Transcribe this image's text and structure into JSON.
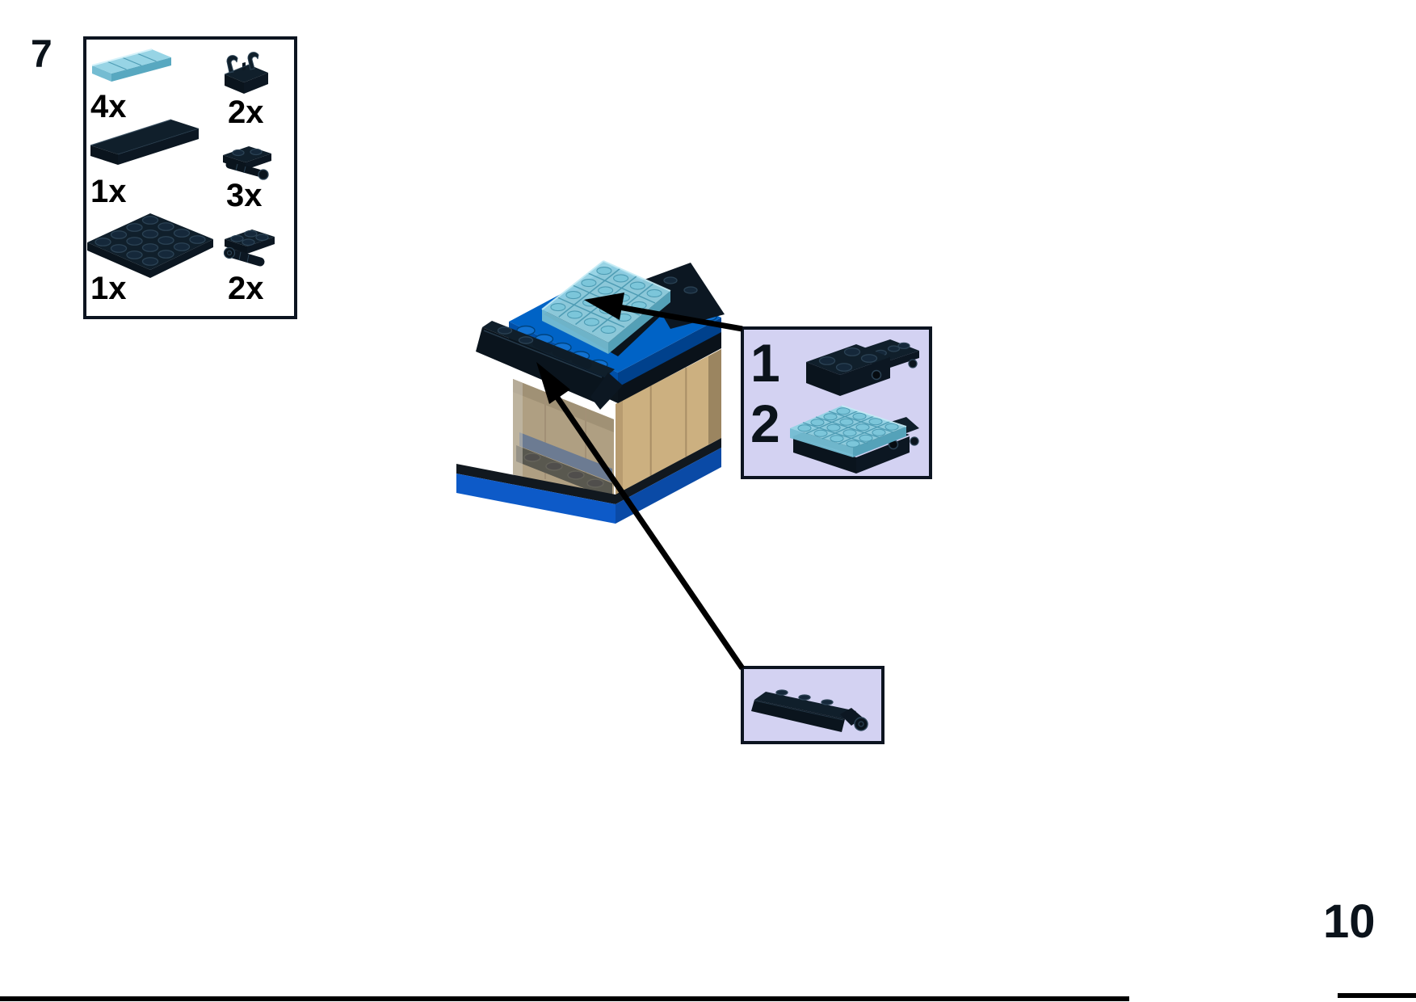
{
  "page": {
    "step_number": "7",
    "page_number": "10"
  },
  "parts_list": {
    "items": [
      {
        "part": "tile-1x4-trans-light-blue",
        "count": "4x"
      },
      {
        "part": "bracket-1x2-black-with-clips",
        "count": "2x"
      },
      {
        "part": "plate-1x6-black",
        "count": "1x"
      },
      {
        "part": "plate-1x2-black-with-side-clip",
        "count": "3x"
      },
      {
        "part": "plate-4x4-black",
        "count": "1x"
      },
      {
        "part": "hinge-plate-2x2-black",
        "count": "2x"
      }
    ]
  },
  "sub_assembly_callout": {
    "steps": [
      {
        "label": "1",
        "part": "black-brick-and-plate-assembly"
      },
      {
        "label": "2",
        "part": "trans-light-blue-tile-on-black-assembly"
      }
    ]
  },
  "awning_callout": {
    "part": "black-awning-hinge-assembly"
  },
  "colors": {
    "outline": "#0c1420",
    "callout_bg": "#d3d2f2",
    "text": "#0b131b",
    "arrow": "#000000",
    "bp_top": "#101f2b",
    "bp_left": "#0a141d",
    "bp_right": "#0c1722",
    "bp_line": "#2b4254",
    "bp_stud": "#15283a",
    "tb_top": "#93d2e4",
    "tb_left": "#74bcd2",
    "tb_right": "#58a8c0",
    "tb_line": "#4e9cb4",
    "tb_stud": "#7cc6da",
    "lego_blue": "#0063c6",
    "lego_blue_left": "#0050a8",
    "lego_blue_right": "#00418c",
    "blue_stud": "#1272d2",
    "blue_stud_line": "#00437e",
    "base_blue": "#0d5ac8",
    "base_blue_right": "#0a4aa6",
    "band_dark": "#11181f",
    "tan": "#ccb080",
    "tan_seam": "#a98f66",
    "tan_dark": "#9b8560",
    "tan_corner": "#b89c70",
    "interior_tan": "#c2aa7c",
    "interior_shadow": "#8f7a52",
    "floor_blue": "#47699a",
    "glass": "#98938a",
    "frame_light": "#c9c3b6",
    "strip_dark": "#26281f",
    "stud_dark": "#15171a"
  }
}
